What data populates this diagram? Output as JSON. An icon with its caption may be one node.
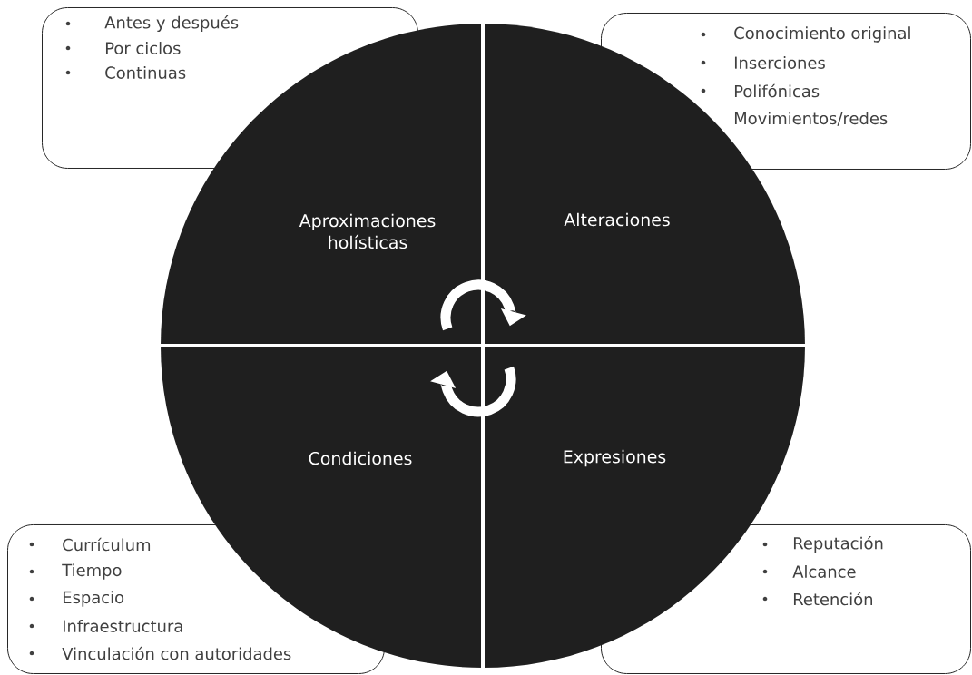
{
  "diagram": {
    "nodes": [
      {
        "text": [
          "Antes y después",
          "Por ciclos",
          "Continuas"
        ]
      },
      {
        "text": [
          "Conocimiento original",
          "Inserciones",
          "Polifónicas",
          "Movimientos/redes"
        ]
      },
      {
        "text": [
          "Aproximaciones holísticas"
        ]
      },
      {
        "text": [
          "Alteraciones"
        ]
      },
      {
        "text": [
          "Condiciones"
        ]
      },
      {
        "text": [
          "Expresiones"
        ]
      },
      {
        "text": [
          "Currículum",
          "Tiempo",
          "Espacio",
          "Infraestructura",
          "Vinculación con autoridades"
        ]
      },
      {
        "text": [
          "Reputación",
          "Alcance",
          "Retención"
        ]
      }
    ],
    "edges": [
      {
        "from": 2,
        "to": 3,
        "arrow": "to"
      },
      {
        "from": 5,
        "to": 4,
        "arrow": "to"
      }
    ]
  }
}
